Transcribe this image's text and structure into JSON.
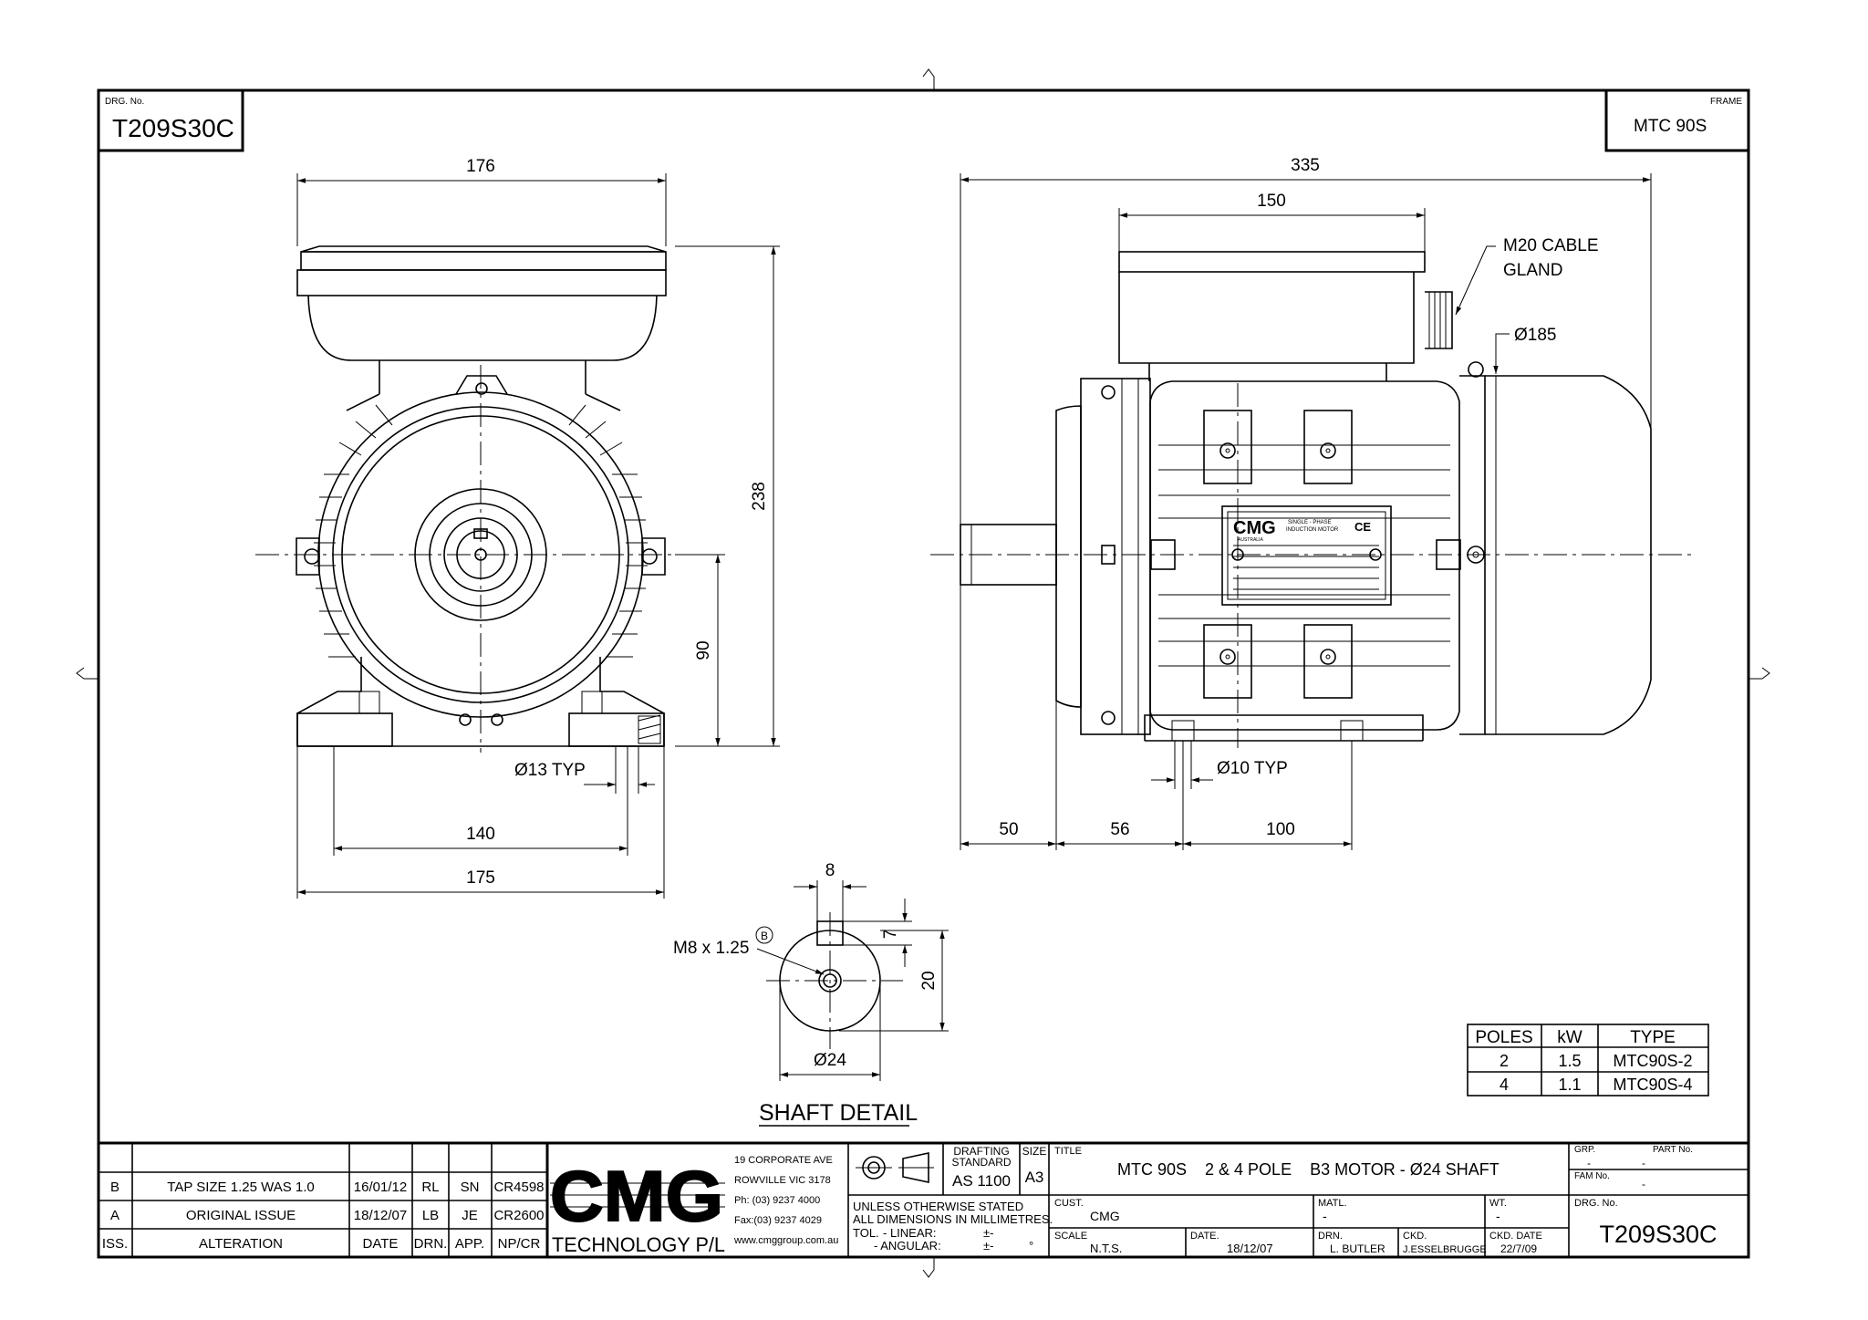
{
  "drawing": {
    "drg_no_label": "DRG. No.",
    "drg_no": "T209S30C",
    "frame_label": "FRAME",
    "frame": "MTC 90S"
  },
  "front_view": {
    "dim_top_width": "176",
    "dim_height": "238",
    "dim_shaft_height": "90",
    "dim_hole_typ": "Ø13 TYP",
    "dim_foot_centers": "140",
    "dim_foot_width": "175"
  },
  "side_view": {
    "dim_overall_length": "335",
    "dim_terminal_box": "150",
    "cable_gland_line1": "M20 CABLE",
    "cable_gland_line2": "GLAND",
    "dim_flange_dia": "Ø185",
    "dim_hole_typ": "Ø10 TYP",
    "dim_shaft_length": "50",
    "dim_shaft_to_foot": "56",
    "dim_foot_holes": "100",
    "nameplate_brand": "CMG",
    "nameplate_sub": "AUSTRALIA",
    "nameplate_line1": "SINGLE - PHASE",
    "nameplate_line2": "INDUCTION MOTOR",
    "nameplate_ce": "CE"
  },
  "shaft_detail": {
    "title": "SHAFT DETAIL",
    "key_width": "8",
    "key_depth": "7",
    "centre_height": "20",
    "diameter": "Ø24",
    "thread": "M8 x 1.25",
    "thread_ref": "B"
  },
  "poles_table": {
    "headers": [
      "POLES",
      "kW",
      "TYPE"
    ],
    "rows": [
      [
        "2",
        "1.5",
        "MTC90S-2"
      ],
      [
        "4",
        "1.1",
        "MTC90S-4"
      ]
    ]
  },
  "revisions": {
    "rows": [
      {
        "iss": "B",
        "alteration": "TAP SIZE 1.25 WAS 1.0",
        "date": "16/01/12",
        "drn": "RL",
        "app": "SN",
        "npcr": "CR4598"
      },
      {
        "iss": "A",
        "alteration": "ORIGINAL ISSUE",
        "date": "18/12/07",
        "drn": "LB",
        "app": "JE",
        "npcr": "CR2600"
      }
    ],
    "header": {
      "iss": "ISS.",
      "alteration": "ALTERATION",
      "date": "DATE",
      "drn": "DRN.",
      "app": "APP.",
      "npcr": "NP/CR"
    }
  },
  "company": {
    "logo": "CMG",
    "name": "TECHNOLOGY P/L",
    "address1": "19 CORPORATE AVE",
    "address2": "ROWVILLE VIC 3178",
    "phone": "Ph: (03) 9237 4000",
    "fax": "Fax:(03) 9237 4029",
    "web": "www.cmggroup.com.au"
  },
  "title_block": {
    "drafting_standard_label1": "DRAFTING",
    "drafting_standard_label2": "STANDARD",
    "drafting_standard": "AS 1100",
    "size_label": "SIZE",
    "size": "A3",
    "title_label": "TITLE",
    "title": "MTC 90S    2 & 4 POLE    B3 MOTOR - Ø24 SHAFT",
    "grp_label": "GRP.",
    "grp": "-",
    "part_no_label": "PART No.",
    "part_no": "-",
    "fam_no_label": "FAM No.",
    "fam_no": "-",
    "note1": "UNLESS OTHERWISE STATED",
    "note2": "ALL DIMENSIONS IN MILLIMETRES.",
    "tol_label": "TOL.",
    "tol_linear_label": "- LINEAR:",
    "tol_linear": "±-",
    "tol_angular_label": "- ANGULAR:",
    "tol_angular": "±-",
    "tol_angular_unit": "°",
    "cust_label": "CUST.",
    "cust": "CMG",
    "matl_label": "MATL.",
    "matl": "-",
    "wt_label": "WT.",
    "wt": "-",
    "scale_label": "SCALE",
    "scale": "N.T.S.",
    "date_label": "DATE.",
    "date": "18/12/07",
    "drn_label": "DRN.",
    "drn": "L. BUTLER",
    "ckd_label": "CKD.",
    "ckd": "J.ESSELBRUGGE",
    "ckd_date_label": "CKD. DATE",
    "ckd_date": "22/7/09",
    "drg_no_label": "DRG. No.",
    "drg_no": "T209S30C"
  }
}
